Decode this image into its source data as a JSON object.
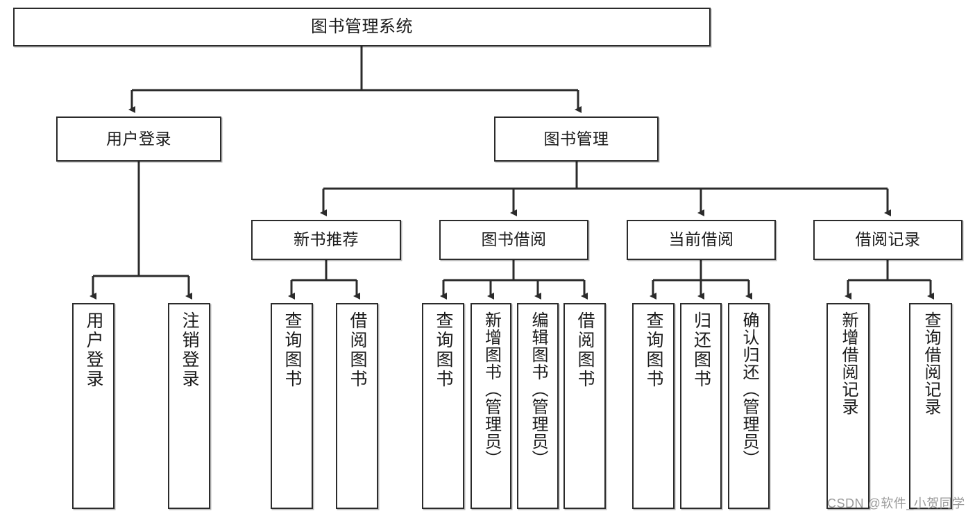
{
  "diagram": {
    "title": "图书管理系统",
    "type": "hierarchy-tree",
    "root": {
      "label": "图书管理系统"
    },
    "level2": [
      {
        "label": "用户登录"
      },
      {
        "label": "图书管理"
      }
    ],
    "level3": [
      {
        "label": "新书推荐"
      },
      {
        "label": "图书借阅"
      },
      {
        "label": "当前借阅"
      },
      {
        "label": "借阅记录"
      }
    ],
    "leaves": {
      "user_login": [
        {
          "label": "用户登录"
        },
        {
          "label": "注销登录"
        }
      ],
      "new_book_recommend": [
        {
          "label": "查询图书"
        },
        {
          "label": "借阅图书"
        }
      ],
      "book_borrow": [
        {
          "label": "查询图书"
        },
        {
          "label": "新增图书（管理员）"
        },
        {
          "label": "编辑图书（管理员）"
        },
        {
          "label": "借阅图书"
        }
      ],
      "current_borrow": [
        {
          "label": "查询图书"
        },
        {
          "label": "归还图书"
        },
        {
          "label": "确认归还（管理员）"
        }
      ],
      "borrow_records": [
        {
          "label": "新增借阅记录"
        },
        {
          "label": "查询借阅记录"
        }
      ]
    }
  },
  "watermark": {
    "text": "CSDN @软件_小贺同学"
  },
  "colors": {
    "stroke": "#2b2b2b",
    "fill": "#ffffff",
    "text": "#1b1b1b",
    "watermark": "#9a9a9a"
  }
}
